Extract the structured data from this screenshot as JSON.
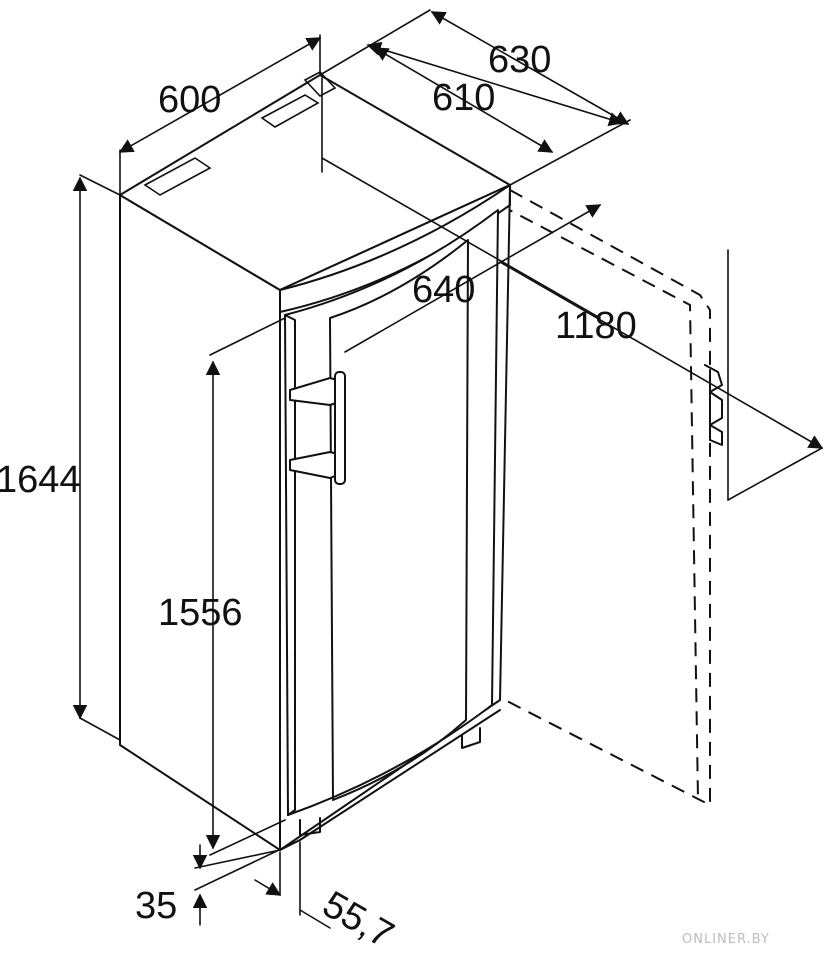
{
  "dimensions": {
    "height_total": "1644",
    "height_door": "1556",
    "width": "600",
    "depth_body": "610",
    "depth_total": "630",
    "depth_handle": "640",
    "depth_door_open": "1180",
    "feet_height": "35",
    "door_offset": "55,7"
  },
  "watermark": "ONLINER.BY",
  "colors": {
    "line": "#111111",
    "background": "#ffffff"
  }
}
